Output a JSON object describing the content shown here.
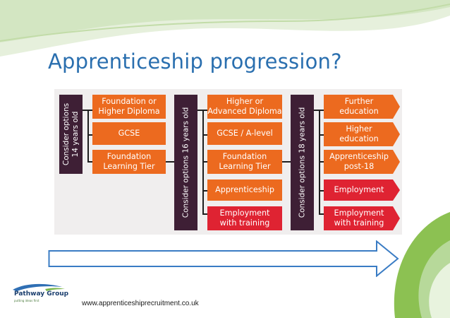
{
  "slide": {
    "title": "Apprenticeship progression?",
    "footer_url": "www.apprenticeshiprecruitment.co.uk"
  },
  "logo": {
    "name": "Pathway Group",
    "tagline": "putting ideas first"
  },
  "colors": {
    "title_blue": "#2a6faf",
    "panel_bg": "#f0eeee",
    "decision_purple": "#3e1f35",
    "option_orange": "#ec6a1f",
    "option_red": "#df2332",
    "arrow_blue": "#3a7cc4",
    "swoosh_green": "#8cc152"
  },
  "diagram": {
    "stage1": {
      "label": "Consider options\n14 years old",
      "options": [
        "Foundation or\nHigher Diploma",
        "GCSE",
        "Foundation\nLearning Tier"
      ]
    },
    "stage2": {
      "label": "Consider options 16 years old",
      "options": [
        "Higher or\nAdvanced Diploma",
        "GCSE / A-level",
        "Foundation\nLearning Tier",
        "Apprenticeship",
        "Employment\nwith training"
      ]
    },
    "stage3": {
      "label": "Consider options 18 years old",
      "options": [
        "Further\neducation",
        "Higher\neducation",
        "Apprenticeship\npost-18",
        "Employment",
        "Employment\nwith training"
      ]
    }
  }
}
